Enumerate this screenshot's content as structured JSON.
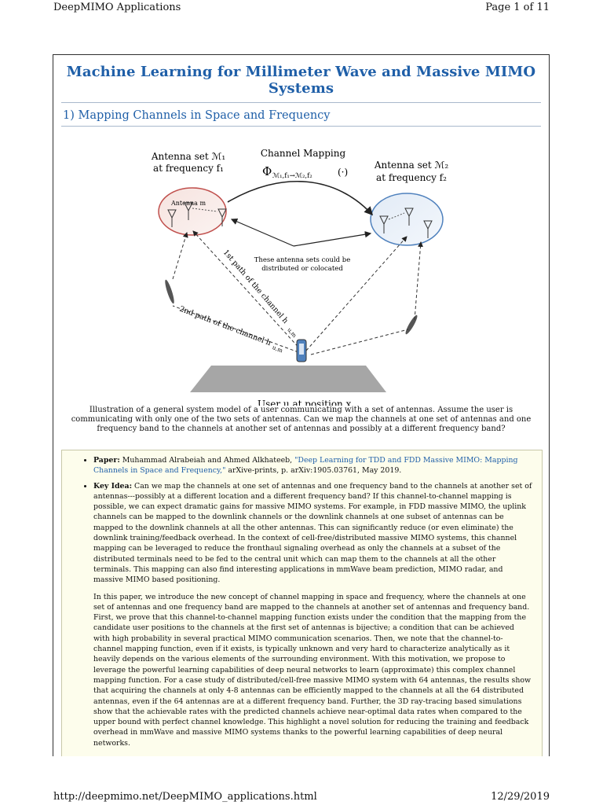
{
  "header": {
    "left": "DeepMIMO Applications",
    "right": "Page 1 of 11"
  },
  "footer": {
    "left": "http://deepmimo.net/DeepMIMO_applications.html",
    "right": "12/29/2019"
  },
  "title": "Machine Learning for Millimeter Wave and Massive MIMO Systems",
  "section": "1) Mapping Channels in Space and Frequency",
  "figure": {
    "antenna_set_1_line1": "Antenna set ℳ₁",
    "antenna_set_1_line2": "at frequency f₁",
    "channel_mapping_line1": "Channel Mapping",
    "channel_mapping_line2": "Φ",
    "channel_mapping_sub": "ℳ₁,f₁→ℳ₂,f₂",
    "channel_mapping_arg": "(·)",
    "antenna_set_2_line1": "Antenna set ℳ₂",
    "antenna_set_2_line2": "at frequency f₂",
    "antenna_m": "Antenna m",
    "sets_note_line1": "These antenna sets could be",
    "sets_note_line2": "distributed or colocated",
    "path1": "1st path of the channel h",
    "path1_sub": "u,m",
    "path2": "2nd path of the channel h",
    "path2_sub": "u,m",
    "user_label": "User u at position x",
    "user_sub": "u"
  },
  "caption": "Illustration of a general system model of a user communicating with a set of antennas. Assume the user is communicating with only one of the two sets of antennas. Can we map the channels at one set of antennas and one frequency band to the channels at another set of antennas and possibly at a different frequency band?",
  "paper": {
    "label": "Paper:",
    "authors": " Muhammad Alrabeiah and Ahmed Alkhateeb, ",
    "link": "\"Deep Learning for TDD and FDD Massive MIMO: Mapping Channels in Space and Frequency,\"",
    "venue": " arXive-prints, p. arXiv:1905.03761, May 2019."
  },
  "key_idea": {
    "label": "Key Idea:",
    "text": " Can we map the channels at one set of antennas and one frequency band to the channels at another set of antennas---possibly at a different location and a different frequency band? If this channel-to-channel mapping is possible, we can expect dramatic gains for massive MIMO systems. For example, in FDD massive MIMO, the uplink channels can be mapped to the downlink channels or the downlink channels at one subset of antennas can be mapped to the downlink channels at all the other antennas. This can significantly reduce (or even eliminate) the downlink training/feedback overhead. In the context of cell-free/distributed massive MIMO systems, this channel mapping can be leveraged to reduce the fronthaul signaling overhead as only the channels at a subset of the distributed terminals need to be fed to the central unit which can map them to the channels at all the other terminals. This mapping can also find interesting applications in mmWave beam prediction, MIMO radar, and massive MIMO based positioning.",
    "paragraph2": "In this paper, we introduce the new concept of channel mapping in space and frequency, where the channels at one set of antennas and one frequency band are mapped to the channels at another set of antennas and frequency band. First, we prove that this channel-to-channel mapping function exists under the condition that the mapping from the candidate user positions to the channels at the first set of antennas is bijective; a condition that can be achieved with high probability in several practical MIMO communication scenarios. Then, we note that the channel-to-channel mapping function, even if it exists, is typically unknown and very hard to characterize analytically as it heavily depends on the various elements of the surrounding environment. With this motivation, we propose to leverage the powerful learning capabilities of deep neural networks to learn (approximate) this complex channel mapping function. For a case study of distributed/cell-free massive MIMO system with 64 antennas, the results show that acquiring the channels at only 4-8 antennas can be efficiently mapped to the channels at all the 64 distributed antennas, even if the 64 antennas are at a different frequency band. Further, the 3D ray-tracing based simulations show that the achievable rates with the predicted channels achieve near-optimal data rates when compared to the upper bound with perfect channel knowledge. This highlight a novel solution for reducing the training and feedback overhead in mmWave and massive MIMO systems thanks to the powerful learning capabilities of deep neural networks."
  },
  "colors": {
    "accent": "#1f5fa8",
    "box_bg": "#fdfdec",
    "ellipse1": "#c0504d",
    "ellipse2": "#4f81bd"
  }
}
